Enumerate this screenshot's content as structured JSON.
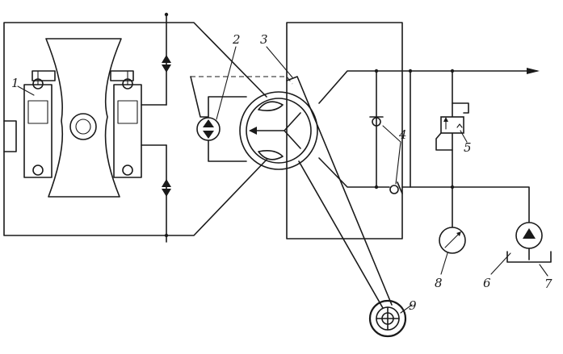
{
  "labels": {
    "l1": "1",
    "l2": "2",
    "l3": "3",
    "l4": "4",
    "l5": "5",
    "l6": "6",
    "l7": "7",
    "l8": "8",
    "l9": "9"
  },
  "icons": {
    "pump": "pump-icon",
    "motor": "hydraulic-motor-icon",
    "gauge": "pressure-gauge-icon",
    "relief": "relief-valve-icon",
    "check": "check-valve-icon",
    "handwheel": "handwheel-icon",
    "distributor": "rotary-distributor-icon",
    "brake": "brake-mechanism-icon"
  }
}
